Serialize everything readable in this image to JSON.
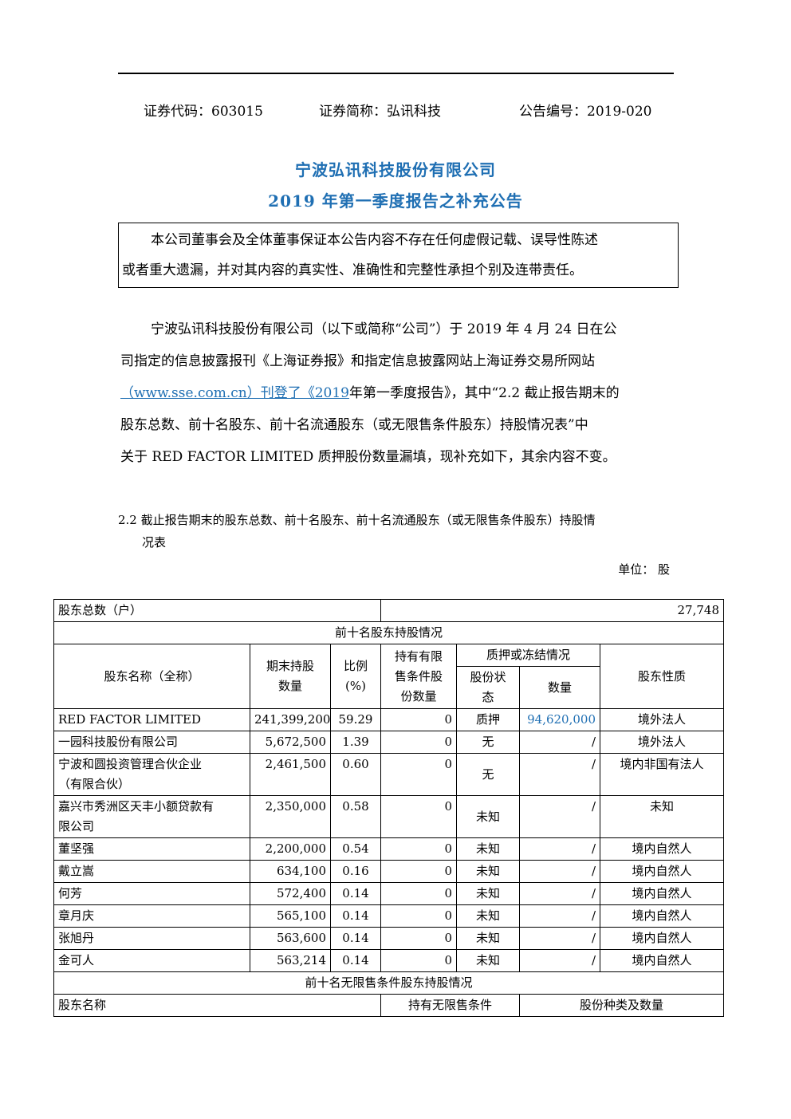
{
  "header": {
    "code_label": "证券代码：603015",
    "short_name_label": "证券简称：弘讯科技",
    "announcement_no_label": "公告编号：2019-020"
  },
  "title": {
    "line1": "宁波弘讯科技股份有限公司",
    "line2": "2019 年第一季度报告之补充公告"
  },
  "notice": {
    "line1": "本公司董事会及全体董事保证本公告内容不存在任何虚假记载、误导性陈述",
    "line2": "或者重大遗漏，并对其内容的真实性、准确性和完整性承担个别及连带责任。"
  },
  "body": {
    "line1": "宁波弘讯科技股份有限公司（以下或简称“公司”）于 2019 年 4 月 24 日在公",
    "line2": "司指定的信息披露报刊《上海证券报》和指定信息披露网站上海证券交易所网站",
    "line3_link": "（www.sse.com.cn）刊登了《2019",
    "line3_rest": "年第一季度报告》，其中“2.2 截止报告期末的",
    "line4": "股东总数、前十名股东、前十名流通股东（或无限售条件股东）持股情况表”中",
    "line5": "关于 RED FACTOR LIMITED  质押股份数量漏填，现补充如下，其余内容不变。"
  },
  "section": {
    "title_line1": "2.2 截止报告期末的股东总数、前十名股东、前十名流通股东（或无限售条件股东）持股情",
    "title_line2": "况表",
    "unit": "单位：  股"
  },
  "table": {
    "total_label": "股东总数（户）",
    "total_value": "27,748",
    "top10_title": "前十名股东持股情况",
    "headers": {
      "name": "股东名称（全称）",
      "shares_line1": "期末持股",
      "shares_line2": "数量",
      "ratio_line1": "比例",
      "ratio_line2": "(%)",
      "restricted_line1": "持有有限",
      "restricted_line2": "售条件股",
      "restricted_line3": "份数量",
      "pledge_group": "质押或冻结情况",
      "pledge_status_line1": "股份状",
      "pledge_status_line2": "态",
      "pledge_qty": "数量",
      "nature": "股东性质"
    },
    "rows": [
      {
        "name": "RED FACTOR LIMITED",
        "shares": "241,399,200",
        "ratio": "59.29",
        "restricted": "0",
        "status": "质押",
        "qty": "94,620,000",
        "nature": "境外法人"
      },
      {
        "name": "一园科技股份有限公司",
        "shares": "5,672,500",
        "ratio": "1.39",
        "restricted": "0",
        "status": "无",
        "qty": "/",
        "nature": "境外法人"
      },
      {
        "name_line1": "宁波和圆投资管理合伙企业",
        "name_line2": "（有限合伙）",
        "shares": "2,461,500",
        "ratio": "0.60",
        "restricted": "0",
        "status": "无",
        "qty": "/",
        "nature": "境内非国有法人"
      },
      {
        "name_line1": "嘉兴市秀洲区天丰小额贷款有",
        "name_line2": "限公司",
        "shares": "2,350,000",
        "ratio": "0.58",
        "restricted": "0",
        "status": "未知",
        "qty": "/",
        "nature": "未知"
      },
      {
        "name": "董坚强",
        "shares": "2,200,000",
        "ratio": "0.54",
        "restricted": "0",
        "status": "未知",
        "qty": "/",
        "nature": "境内自然人"
      },
      {
        "name": "戴立嵩",
        "shares": "634,100",
        "ratio": "0.16",
        "restricted": "0",
        "status": "未知",
        "qty": "/",
        "nature": "境内自然人"
      },
      {
        "name": "何芳",
        "shares": "572,400",
        "ratio": "0.14",
        "restricted": "0",
        "status": "未知",
        "qty": "/",
        "nature": "境内自然人"
      },
      {
        "name": "章月庆",
        "shares": "565,100",
        "ratio": "0.14",
        "restricted": "0",
        "status": "未知",
        "qty": "/",
        "nature": "境内自然人"
      },
      {
        "name": "张旭丹",
        "shares": "563,600",
        "ratio": "0.14",
        "restricted": "0",
        "status": "未知",
        "qty": "/",
        "nature": "境内自然人"
      },
      {
        "name": "金可人",
        "shares": "563,214",
        "ratio": "0.14",
        "restricted": "0",
        "status": "未知",
        "qty": "/",
        "nature": "境内自然人"
      }
    ],
    "unrestricted_title": "前十名无限售条件股东持股情况",
    "unrestricted_headers": {
      "name": "股东名称",
      "holding": "持有无限售条件",
      "type_qty": "股份种类及数量"
    }
  },
  "colors": {
    "title": "#1f6fb3",
    "link": "#1f6fb3"
  }
}
